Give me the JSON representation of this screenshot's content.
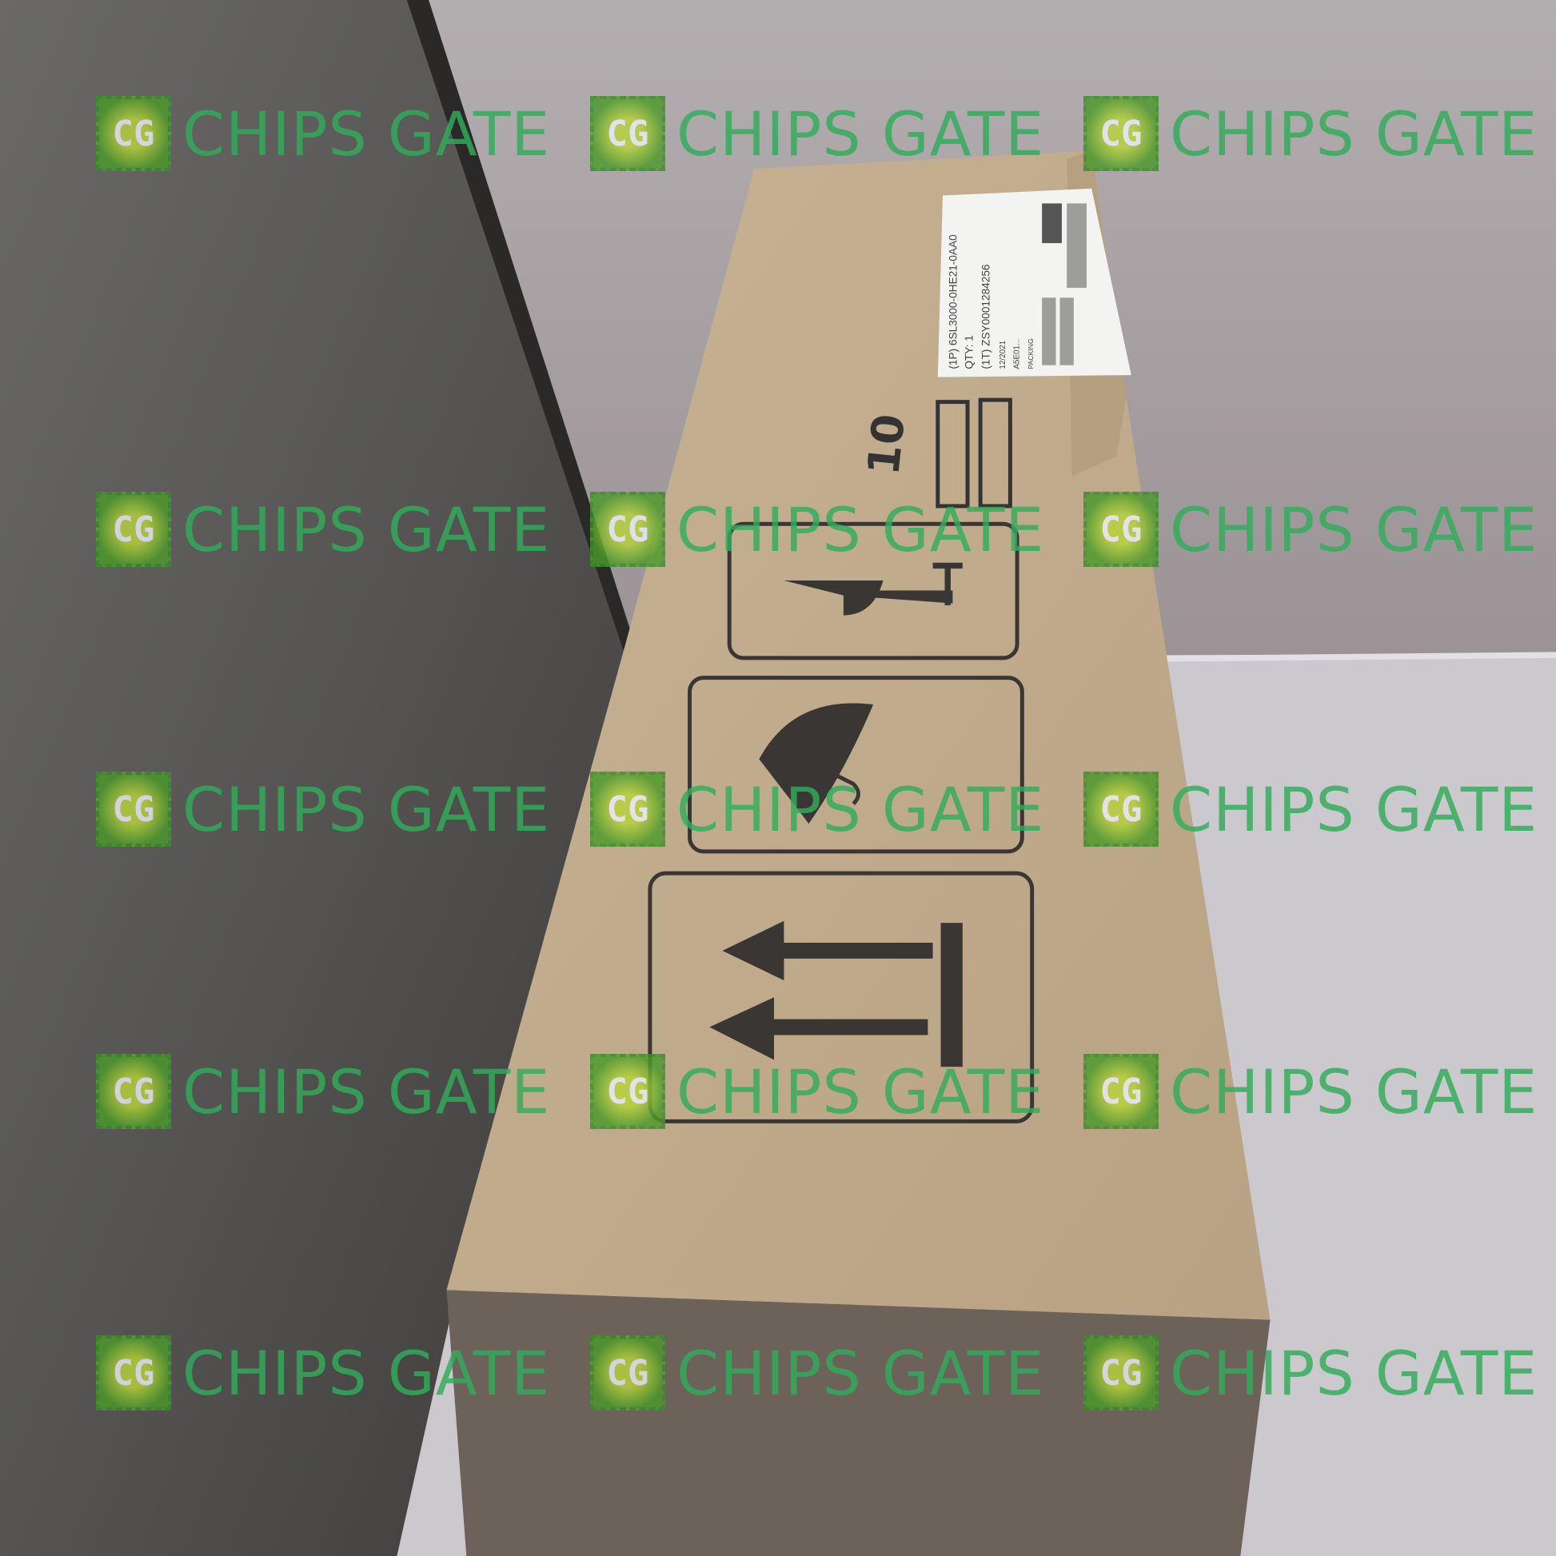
{
  "watermark": {
    "logo": "CG",
    "text": "CHIPS GATE",
    "color": "#2fae5a"
  },
  "label": {
    "header": "PACKING",
    "part": "(1P) 6SL3000-0HE21-0AA0",
    "qty": "QTY: 1",
    "serial": "(1T) ZSY0001284256",
    "date": "12/2021",
    "code": "A5E01..."
  },
  "box": {
    "stack_limit": "10"
  }
}
